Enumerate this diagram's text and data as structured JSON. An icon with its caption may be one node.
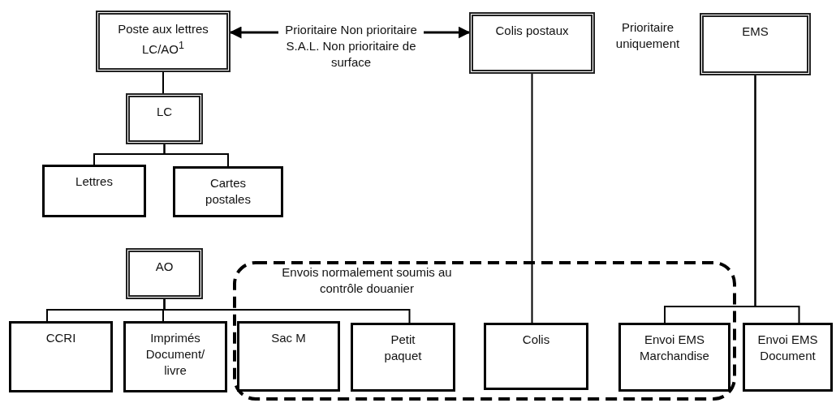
{
  "diagram": {
    "nodes": [
      {
        "text": [
          "Poste aux lettres",
          "LC/AO$^{1}$"
        ]
      },
      {
        "text": [
          "Prioritaire Non prioritaire S.A.L. Non prioritaire de surface"
        ]
      },
      {
        "text": [
          "Colis postaux"
        ]
      },
      {
        "text": [
          "EMS"
        ]
      },
      {
        "text": [
          "LC"
        ]
      },
      {
        "text": [
          "Lettres"
        ]
      },
      {
        "text": [
          "Cartes postales"
        ]
      },
      {
        "text": [
          "AO"
        ]
      },
      {
        "text": [
          "Envois normalement soumis au contrôle douanier"
        ]
      },
      {
        "text": [
          "CCRI"
        ]
      },
      {
        "text": [
          "Imprimés Document/ livre"
        ]
      },
      {
        "text": [
          "Sac M"
        ],
        "in": 8
      },
      {
        "text": [
          "Petit paquet"
        ],
        "in": 8
      },
      {
        "text": [
          "Colis"
        ],
        "in": 8
      },
      {
        "text": [
          "Envoi EMS Marchandise"
        ],
        "in": 8
      },
      {
        "text": [
          "Envoi EMS Document"
        ]
      }
    ],
    "edges": [
      {
        "from": 1,
        "to": 0,
        "arrow": "to"
      },
      {
        "from": 1,
        "to": 2,
        "arrow": "to"
      },
      {
        "from": 0,
        "to": 4,
        "arrow": "none"
      },
      {
        "from": 4,
        "to": 5,
        "arrow": "none"
      },
      {
        "from": 4,
        "to": 6,
        "arrow": "none"
      },
      {
        "from": 7,
        "to": 9,
        "arrow": "none"
      },
      {
        "from": 7,
        "to": 10,
        "arrow": "none"
      },
      {
        "from": 7,
        "to": 12,
        "arrow": "none"
      },
      {
        "from": 2,
        "to": 13,
        "arrow": "none"
      },
      {
        "from": 3,
        "to": 14,
        "arrow": "none"
      },
      {
        "from": 3,
        "to": 15,
        "arrow": "none"
      }
    ],
    "labels": [
      "Prioritaire uniquement"
    ]
  }
}
